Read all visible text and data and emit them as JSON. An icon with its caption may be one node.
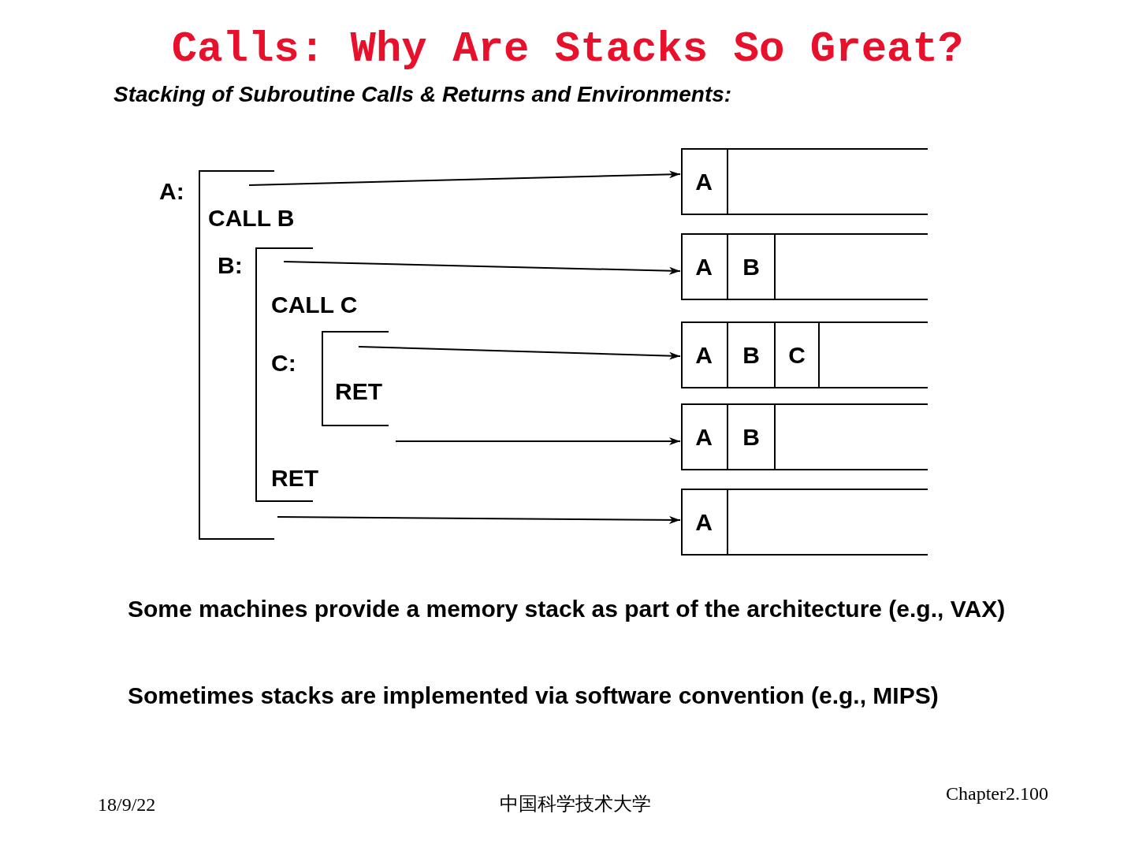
{
  "diagram": {
    "title": "Calls: Why Are Stacks So Great?",
    "nodes": [
      {
        "text": [
          "A:",
          "CALL B"
        ]
      },
      {
        "text": [
          "B:",
          "CALL C",
          "RET"
        ],
        "in": 0
      },
      {
        "text": [
          "C:",
          "RET"
        ],
        "in": 1
      },
      {
        "text": [],
        "shape": "box"
      },
      {
        "text": [
          "A"
        ],
        "in": 3
      },
      {
        "text": [],
        "shape": "box"
      },
      {
        "text": [
          "A"
        ],
        "in": 5
      },
      {
        "text": [
          "B"
        ],
        "in": 5
      },
      {
        "text": [],
        "shape": "box"
      },
      {
        "text": [
          "A"
        ],
        "in": 8
      },
      {
        "text": [
          "B"
        ],
        "in": 8
      },
      {
        "text": [
          "C"
        ],
        "in": 8
      },
      {
        "text": [],
        "shape": "box"
      },
      {
        "text": [
          "A"
        ],
        "in": 12
      },
      {
        "text": [
          "B"
        ],
        "in": 12
      },
      {
        "text": [],
        "shape": "box"
      },
      {
        "text": [
          "A"
        ],
        "in": 15
      }
    ],
    "edges": [
      {
        "from": 0,
        "to": 3,
        "arrow": "to"
      },
      {
        "from": 1,
        "to": 5,
        "arrow": "to"
      },
      {
        "from": 2,
        "to": 8,
        "arrow": "to"
      },
      {
        "from": 1,
        "to": 12,
        "arrow": "to"
      },
      {
        "from": 0,
        "to": 15,
        "arrow": "to"
      }
    ],
    "labels": [
      "Stacking of Subroutine Calls & Returns and Environments:",
      "Some machines provide a memory stack as part of the architecture (e.g., VAX)",
      "Sometimes stacks are implemented via software convention (e.g., MIPS)",
      "18/9/22",
      "中国科学技术大学",
      "Chapter2.100"
    ]
  }
}
